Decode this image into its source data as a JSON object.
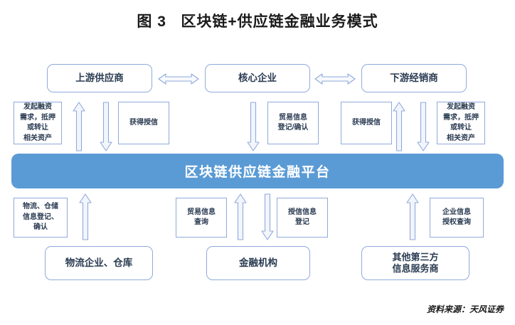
{
  "title": "图 3   区块链+供应链金融业务模式",
  "source": "资料来源：天风证券",
  "colors": {
    "platform_fill": "#5B9BD5",
    "box_border": "#8FAADC",
    "text": "#2A3B52",
    "arrow_stroke": "#8FAADC",
    "arrow_fill": "#F2F5FB"
  },
  "top_row": [
    {
      "label": "上游供应商"
    },
    {
      "label": "核心企业"
    },
    {
      "label": "下游经销商"
    }
  ],
  "top_connectors": [
    {
      "name": "supplier-core-arrow",
      "type": "bidirectional"
    },
    {
      "name": "core-distributor-arrow",
      "type": "bidirectional"
    }
  ],
  "platform": {
    "label": "区块链供应链金融平台"
  },
  "upper_notes": [
    {
      "name": "note-supplier-finance-request",
      "lines": [
        "发起融资",
        "需求，抵押",
        "或转让",
        "相关资产"
      ]
    },
    {
      "name": "note-supplier-credit",
      "lines": [
        "获得授信"
      ]
    },
    {
      "name": "note-trade-info-register",
      "lines": [
        "贸易信息",
        "登记/确认"
      ]
    },
    {
      "name": "note-distributor-credit",
      "lines": [
        "获得授信"
      ]
    },
    {
      "name": "note-distributor-finance-request",
      "lines": [
        "发起融资",
        "需求，抵押",
        "或转让",
        "相关资产"
      ]
    }
  ],
  "lower_notes": [
    {
      "name": "note-logistics-register",
      "lines": [
        "物流、仓储",
        "信息登记、",
        "确认"
      ]
    },
    {
      "name": "note-trade-info-query",
      "lines": [
        "贸易信息",
        "查询"
      ]
    },
    {
      "name": "note-credit-info-register",
      "lines": [
        "授信信息",
        "登记"
      ]
    },
    {
      "name": "note-enterprise-info-auth-query",
      "lines": [
        "企业信息",
        "授权查询"
      ]
    }
  ],
  "bottom_row": [
    {
      "label": "物流企业、仓库",
      "lines": [
        "物流企业、仓库"
      ]
    },
    {
      "label": "金融机构",
      "lines": [
        "金融机构"
      ]
    },
    {
      "label": "其他第三方信息服务商",
      "lines": [
        "其他第三方",
        "信息服务商"
      ]
    }
  ],
  "upper_arrows": [
    {
      "name": "arrow-supplier-to-platform-up",
      "direction": "up"
    },
    {
      "name": "arrow-platform-to-supplier-down",
      "direction": "down"
    },
    {
      "name": "arrow-core-to-platform-down",
      "direction": "down"
    },
    {
      "name": "arrow-distributor-to-platform-up",
      "direction": "up"
    },
    {
      "name": "arrow-platform-to-distributor-down",
      "direction": "down"
    }
  ],
  "lower_arrows": [
    {
      "name": "arrow-logistics-to-platform-up",
      "direction": "up"
    },
    {
      "name": "arrow-finance-to-platform-up",
      "direction": "up"
    },
    {
      "name": "arrow-platform-to-finance-down",
      "direction": "down"
    },
    {
      "name": "arrow-thirdparty-to-platform-up",
      "direction": "up"
    }
  ]
}
